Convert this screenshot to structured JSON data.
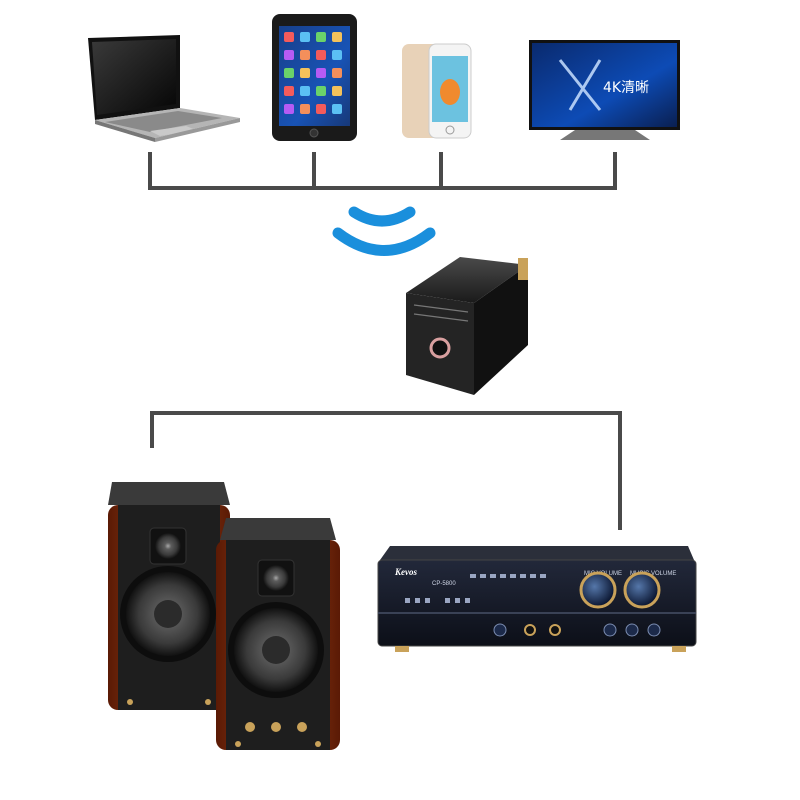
{
  "devices": {
    "laptop": {
      "icon": "laptop-icon"
    },
    "tablet": {
      "icon": "tablet-icon"
    },
    "phone": {
      "icon": "smartphone-icon"
    },
    "tv": {
      "icon": "tv-icon",
      "screen_text": "4K清晰"
    }
  },
  "wireless": {
    "icon": "wifi-signal-icon",
    "color": "#1a8fdc"
  },
  "receiver": {
    "icon": "bluetooth-receiver-icon"
  },
  "speakers": {
    "icon": "bookshelf-speaker-icon"
  },
  "amplifier": {
    "icon": "amplifier-icon",
    "brand": "Kevos",
    "model": "CP-5800",
    "knob_labels": [
      "MIC VOLUME",
      "MUSIC VOLUME"
    ]
  },
  "colors": {
    "connector_line": "#4a4a4a",
    "wifi": "#1a8fdc",
    "wood": "#8a2e10"
  }
}
